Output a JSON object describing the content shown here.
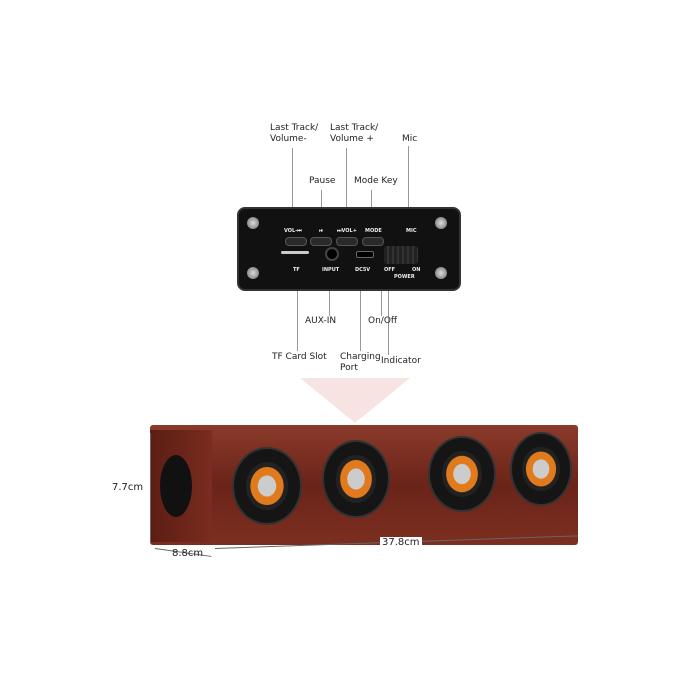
{
  "callouts": {
    "last_track_vol_minus": "Last Track/\nVolume-",
    "last_track_vol_plus": "Last Track/\nVolume +",
    "mic": "Mic",
    "pause": "Pause",
    "mode_key": "Mode Key",
    "aux_in": "AUX-IN",
    "on_off": "On/Off",
    "tf_card_slot": "TF Card Slot",
    "charging_port": "Charging\nPort",
    "indicator": "Indicator"
  },
  "panel": {
    "vol_minus": "VOL-⏮",
    "play": "⏯",
    "vol_plus": "⏭VOL+",
    "mode": "MODE",
    "mic": "MIC",
    "tf": "TF",
    "input": "INPUT",
    "dc5v": "DC5V",
    "off": "OFF",
    "on": "ON",
    "power": "POWER"
  },
  "dimensions": {
    "height": "7.7cm",
    "depth": "8.8cm",
    "length": "37.8cm"
  }
}
